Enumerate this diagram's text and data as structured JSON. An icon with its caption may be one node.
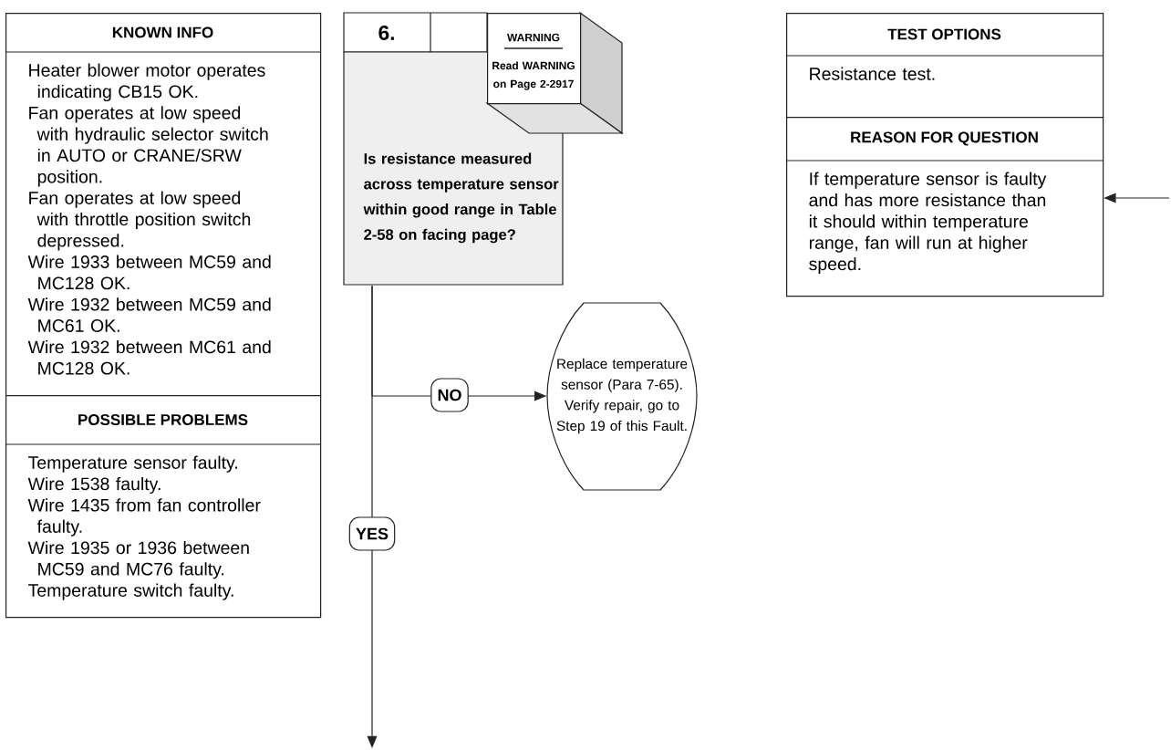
{
  "diagram": {
    "nodes": [
      {
        "text": [
          "KNOWN INFO",
          "Heater blower motor operates indicating CB15 OK.",
          "Fan operates at low speed with hydraulic selector switch in AUTO or CRANE/SRW position.",
          "Fan operates at low speed with throttle position switch depressed.",
          "Wire 1933 between MC59 and MC128 OK.",
          "Wire 1932 between MC59 and MC61 OK.",
          "Wire 1932 between MC61 and MC128 OK."
        ]
      },
      {
        "text": [
          "POSSIBLE PROBLEMS",
          "Temperature sensor faulty.",
          "Wire 1538 faulty.",
          "Wire 1435 from fan controller faulty.",
          "Wire 1935 or 1936 between MC59 and MC76 faulty.",
          "Temperature switch faulty."
        ]
      },
      {
        "text": [
          "6.",
          "Is resistance measured across temperature sensor within good range in Table 2-58 on facing page?"
        ]
      },
      {
        "text": [
          "WARNING",
          "Read WARNING on Page 2-2917"
        ]
      },
      {
        "text": [
          "Replace temperature sensor (Para 7-65). Verify repair, go to Step 19 of this Fault."
        ]
      },
      {
        "text": [
          "TEST OPTIONS",
          "Resistance test."
        ]
      },
      {
        "text": [
          "REASON FOR QUESTION",
          "If temperature sensor is faulty and has more resistance than it should within temperature range, fan will run at higher speed."
        ]
      }
    ],
    "edges": [
      {
        "from": 2,
        "to": 4,
        "arrow": "to",
        "label": "NO"
      },
      {
        "from": 2,
        "to": null,
        "arrow": "to",
        "label": "YES"
      },
      {
        "from": null,
        "to": 6,
        "arrow": "to"
      }
    ]
  }
}
